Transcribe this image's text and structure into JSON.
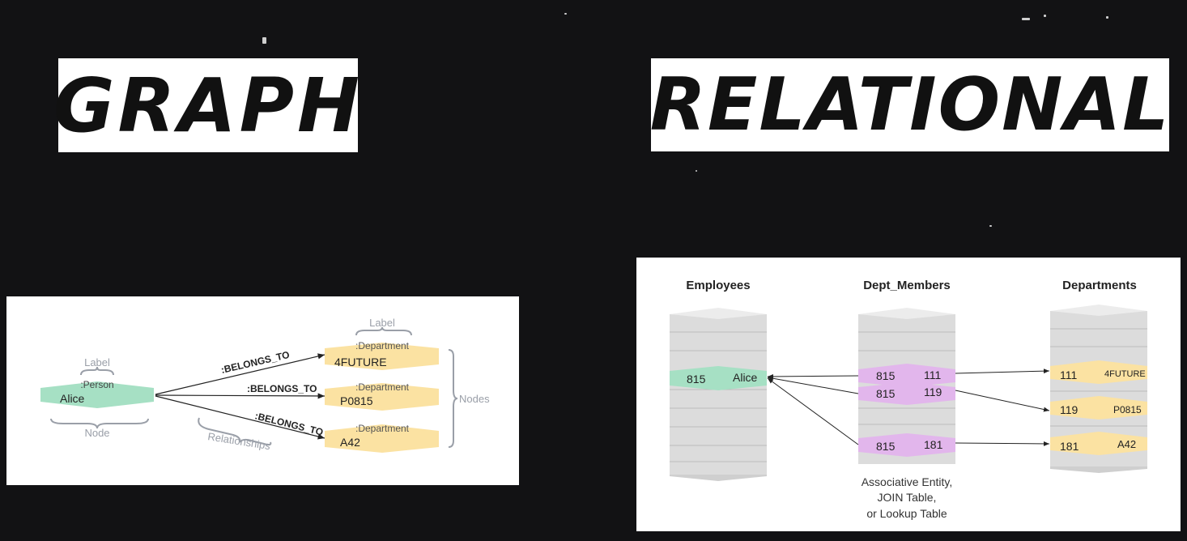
{
  "headings": {
    "graph": "GRAPH",
    "relational": "RELATIONAL"
  },
  "graph_diagram": {
    "alice_node": {
      "label_caption": "Label",
      "label": ":Person",
      "name": "Alice",
      "caption": "Node"
    },
    "relationship_type": ":BELONGS_TO",
    "relationships_caption": "Relationships",
    "departments_label_caption": "Label",
    "nodes_caption": "Nodes",
    "departments": [
      {
        "label": ":Department",
        "name": "4FUTURE"
      },
      {
        "label": ":Department",
        "name": "P0815"
      },
      {
        "label": ":Department",
        "name": "A42"
      }
    ]
  },
  "relational_diagram": {
    "employees": {
      "title": "Employees",
      "row": {
        "id": "815",
        "name": "Alice"
      }
    },
    "dept_members": {
      "title": "Dept_Members",
      "rows": [
        {
          "emp_id": "815",
          "dept_id": "111"
        },
        {
          "emp_id": "815",
          "dept_id": "119"
        },
        {
          "emp_id": "815",
          "dept_id": "181"
        }
      ],
      "caption_lines": [
        "Associative Entity,",
        "JOIN Table,",
        "or Lookup Table"
      ]
    },
    "departments": {
      "title": "Departments",
      "rows": [
        {
          "id": "111",
          "name": "4FUTURE"
        },
        {
          "id": "119",
          "name": "P0815"
        },
        {
          "id": "181",
          "name": "A42"
        }
      ]
    }
  },
  "colors": {
    "background": "#121214",
    "person_node": "#a6e0c4",
    "department_node": "#fbe2a2",
    "join_row": "#e2b6ec",
    "table_grey": "#dcdcdc",
    "caption_grey": "#9a9fa8"
  }
}
